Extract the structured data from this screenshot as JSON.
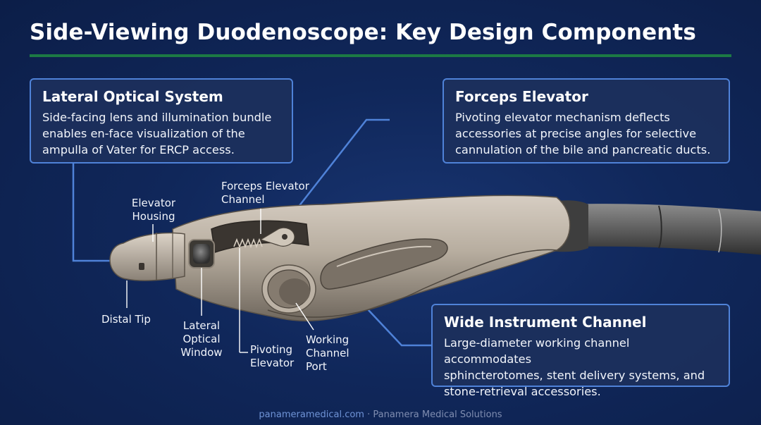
{
  "title": "Side-Viewing Duodenoscope: Key Design Components",
  "callouts": {
    "lateral_optical": {
      "heading": "Lateral Optical System",
      "line1": "Side-facing lens and illumination bundle",
      "line2": "enables en-face visualization of the",
      "line3": "ampulla of Vater for ERCP access."
    },
    "forceps_elevator": {
      "heading": "Forceps Elevator",
      "line1": "Pivoting elevator mechanism deflects",
      "line2": "accessories at precise angles for selective",
      "line3": "cannulation of the bile and pancreatic ducts."
    },
    "wide_channel": {
      "heading": "Wide Instrument Channel",
      "line1": "Large-diameter working channel accommodates",
      "line2": "sphincterotomes, stent delivery systems, and",
      "line3": "stone-retrieval accessories."
    }
  },
  "labels": {
    "forceps_elevator_channel": [
      "Forceps Elevator",
      "Channel"
    ],
    "elevator_housing": [
      "Elevator",
      "Housing"
    ],
    "distal_tip": "Distal Tip",
    "lateral_optical_window": [
      "Lateral",
      "Optical",
      "Window"
    ],
    "pivoting_elevator": [
      "Pivoting",
      "Elevator"
    ],
    "working_channel_port": [
      "Working",
      "Channel",
      "Port"
    ]
  },
  "footer": {
    "url": "panameramedical.com",
    "separator": " · ",
    "org": "Panamera Medical Solutions"
  },
  "colors": {
    "background": "#10275a",
    "accent_rule": "#1c7a44",
    "callout_border": "#4f82d8",
    "leader_line": "#4f82d8"
  }
}
